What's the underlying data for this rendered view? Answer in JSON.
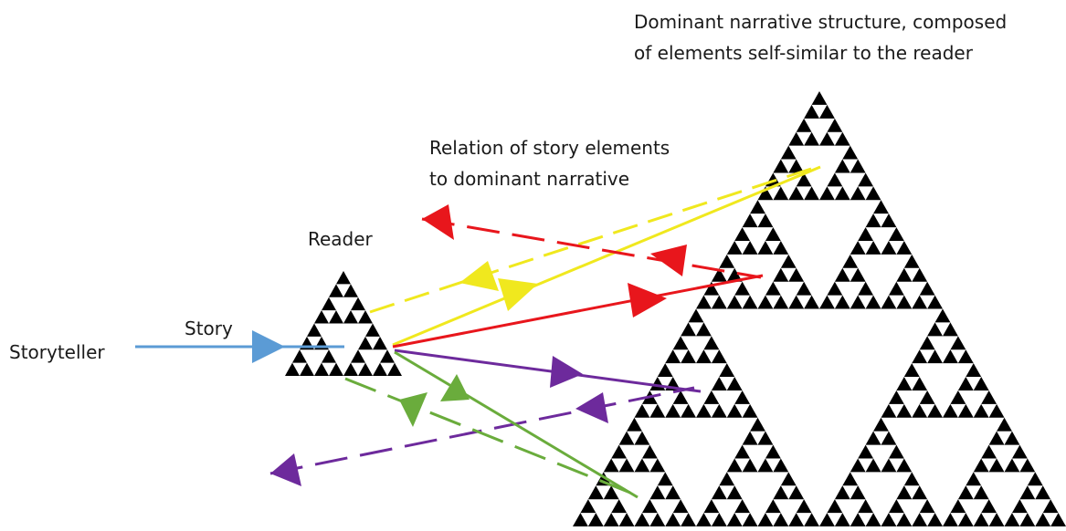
{
  "labels": {
    "dominant_line1": "Dominant narrative structure, composed",
    "dominant_line2": "of elements self-similar to the reader",
    "relation_line1": "Relation of story elements",
    "relation_line2": "to dominant narrative",
    "reader": "Reader",
    "story": "Story",
    "storyteller": "Storyteller"
  },
  "colors": {
    "fractal": "#000000",
    "story_arrow": "#5b9bd5",
    "yellow": "#f0e81e",
    "red": "#e8161c",
    "purple": "#6d2a9c",
    "green": "#6aac3c"
  },
  "icons": {
    "large_fractal": "sierpinski-triangle",
    "small_fractal": "sierpinski-triangle",
    "arrowheads": "triangle-arrowhead"
  }
}
